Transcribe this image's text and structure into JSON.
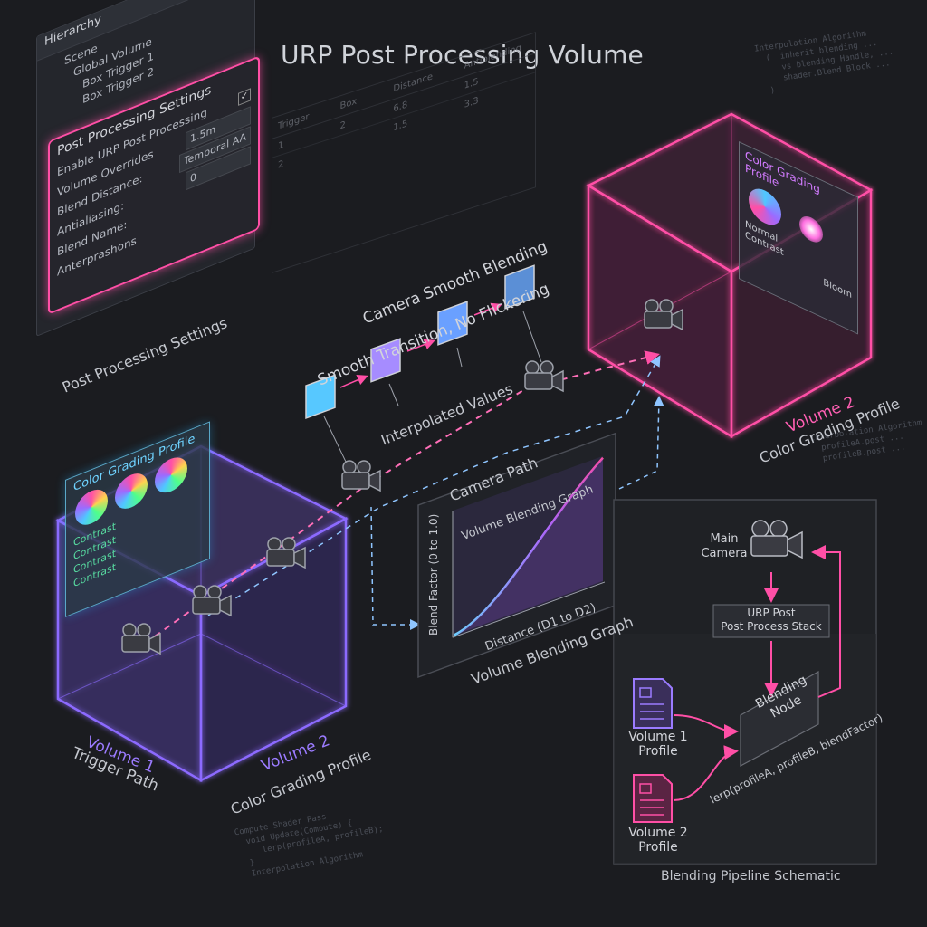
{
  "title": "URP Post Processing Volume",
  "hierarchy": {
    "header": "Hierarchy",
    "tree": [
      "Scene",
      "Global Volume",
      "Box Trigger 1",
      "Box Trigger 2"
    ],
    "settings": {
      "heading": "Post Processing Settings",
      "rows": [
        {
          "label": "Enable URP Post Processing",
          "value": ""
        },
        {
          "label": "Volume Overrides",
          "value": "1.5m"
        },
        {
          "label": "Blend Distance:",
          "value": "Temporal AA"
        },
        {
          "label": "Antialiasing:",
          "value": "0"
        },
        {
          "label": "Blend Name:",
          "value": ""
        },
        {
          "label": "Anterprashons",
          "value": ""
        }
      ]
    },
    "caption": "Post Processing Settings"
  },
  "camera_blend": {
    "title": "Camera Smooth Blending",
    "subtitle": "Smooth Transition, No Flickering",
    "interp": "Interpolated Values",
    "path": "Camera Path"
  },
  "volume1": {
    "panel_title": "Color Grading Profile",
    "sliders": [
      "Contrast",
      "Contrast",
      "Contrast",
      "Contrast"
    ],
    "label": "Volume 1",
    "label2": "Trigger Path",
    "label3": "Volume 2",
    "label4": "Color Grading Profile"
  },
  "volume2": {
    "panel_title": "Color Grading Profile",
    "labels": [
      "Normal",
      "Contrast",
      "Bloom"
    ],
    "label": "Volume 2",
    "label2": "Color Grading Profile"
  },
  "graph": {
    "title": "Volume Blending Graph",
    "caption": "Volume Blending Graph",
    "ylabel": "Blend Factor (0 to 1.0)",
    "xlabel": "Distance (D1 to D2)"
  },
  "pipeline": {
    "camera": "Main Camera",
    "stack1": "URP Post",
    "stack2": "Post Process Stack",
    "node": "Blending Node",
    "profile1a": "Volume 1",
    "profile1b": "Profile",
    "profile2a": "Volume 2",
    "profile2b": "Profile",
    "formula": "lerp(profileA, profileB, blendFactor)",
    "caption": "Blending Pipeline Schematic"
  },
  "table": {
    "headers": [
      "Trigger",
      "Box",
      "Distance",
      "Antiblending"
    ],
    "rows": [
      [
        "1",
        "2",
        "6.8",
        "1.5"
      ],
      [
        "2",
        "",
        "1.5",
        "3.3"
      ]
    ]
  },
  "colors": {
    "pink": "#ff4fa6",
    "violet": "#8c6bff",
    "cyan": "#6fd3ff"
  }
}
